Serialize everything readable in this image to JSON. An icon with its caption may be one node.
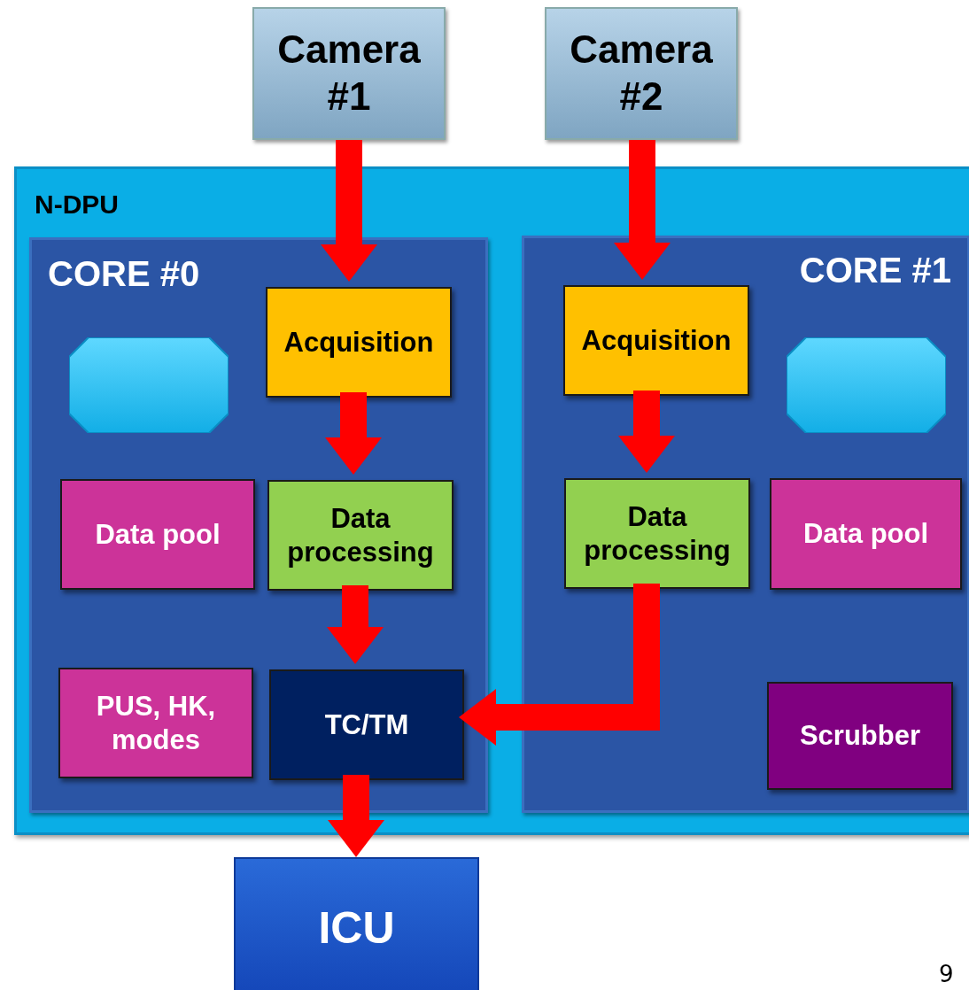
{
  "diagram": {
    "nodes": [
      {
        "text": [
          "Camera #1"
        ]
      },
      {
        "text": [
          "Camera #2"
        ]
      },
      {
        "text": [
          "N-DPU"
        ]
      },
      {
        "text": [
          "CORE #0"
        ],
        "in": 2
      },
      {
        "text": [
          "CORE #1"
        ],
        "in": 2
      },
      {
        "text": [],
        "shape": "plaque",
        "in": 3
      },
      {
        "text": [
          "Acquisition"
        ],
        "in": 3
      },
      {
        "text": [
          "Data pool"
        ],
        "in": 3
      },
      {
        "text": [
          "Data processing"
        ],
        "in": 3
      },
      {
        "text": [
          "PUS, HK, modes"
        ],
        "in": 3
      },
      {
        "text": [
          "TC/TM"
        ],
        "in": 3
      },
      {
        "text": [
          "Acquisition"
        ],
        "in": 4
      },
      {
        "text": [],
        "shape": "plaque",
        "in": 4
      },
      {
        "text": [
          "Data processing"
        ],
        "in": 4
      },
      {
        "text": [
          "Data pool"
        ],
        "in": 4
      },
      {
        "text": [
          "Scrubber"
        ],
        "in": 4
      },
      {
        "text": [
          "ICU"
        ]
      }
    ],
    "edges": [
      {
        "from": 0,
        "to": 6,
        "arrow": "to"
      },
      {
        "from": 1,
        "to": 11,
        "arrow": "to"
      },
      {
        "from": 6,
        "to": 8,
        "arrow": "to"
      },
      {
        "from": 11,
        "to": 13,
        "arrow": "to"
      },
      {
        "from": 8,
        "to": 10,
        "arrow": "to"
      },
      {
        "from": 13,
        "to": 10,
        "arrow": "to"
      },
      {
        "from": 10,
        "to": 16,
        "arrow": "to"
      }
    ],
    "labels": [
      "9"
    ]
  }
}
